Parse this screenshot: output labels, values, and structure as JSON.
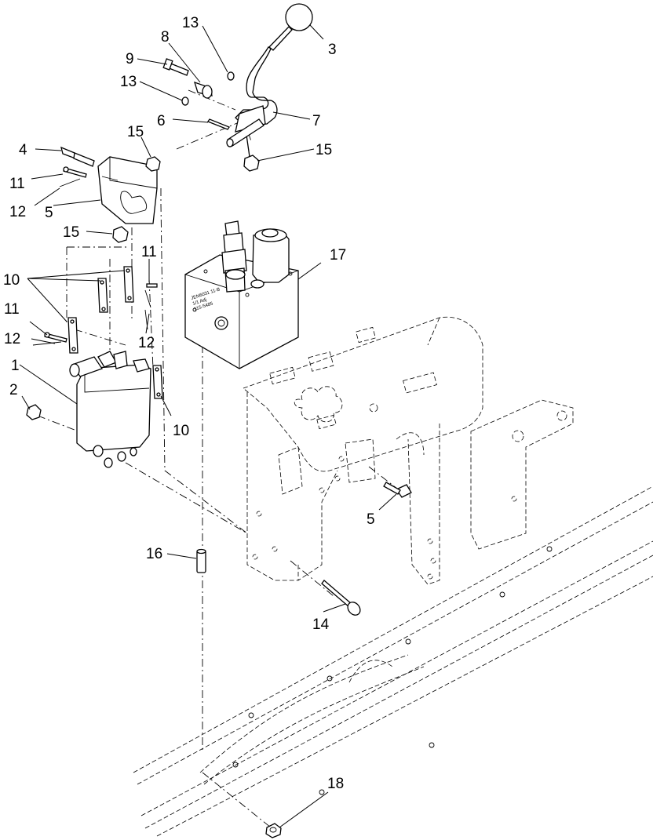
{
  "diagram": {
    "type": "exploded-parts-view",
    "callouts": [
      {
        "id": "c1",
        "label": "1"
      },
      {
        "id": "c2",
        "label": "2"
      },
      {
        "id": "c3",
        "label": "3"
      },
      {
        "id": "c4",
        "label": "4"
      },
      {
        "id": "c5a",
        "label": "5"
      },
      {
        "id": "c5b",
        "label": "5"
      },
      {
        "id": "c6",
        "label": "6"
      },
      {
        "id": "c7",
        "label": "7"
      },
      {
        "id": "c8",
        "label": "8"
      },
      {
        "id": "c9",
        "label": "9"
      },
      {
        "id": "c10a",
        "label": "10"
      },
      {
        "id": "c10b",
        "label": "10"
      },
      {
        "id": "c11a",
        "label": "11"
      },
      {
        "id": "c11b",
        "label": "11"
      },
      {
        "id": "c11c",
        "label": "11"
      },
      {
        "id": "c12a",
        "label": "12"
      },
      {
        "id": "c12b",
        "label": "12"
      },
      {
        "id": "c12c",
        "label": "12"
      },
      {
        "id": "c13a",
        "label": "13"
      },
      {
        "id": "c13b",
        "label": "13"
      },
      {
        "id": "c14",
        "label": "14"
      },
      {
        "id": "c15a",
        "label": "15"
      },
      {
        "id": "c15b",
        "label": "15"
      },
      {
        "id": "c15c",
        "label": "15"
      },
      {
        "id": "c16",
        "label": "16"
      },
      {
        "id": "c17",
        "label": "17"
      },
      {
        "id": "c18",
        "label": "18"
      }
    ],
    "valve_label_lines": [
      "JEN6031 11-B",
      "1/1 Adj",
      "115-5485"
    ]
  }
}
